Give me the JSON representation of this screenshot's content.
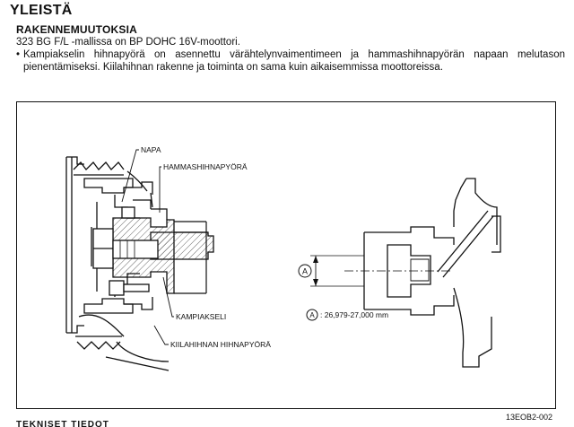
{
  "page": {
    "heading": "YLEISTÄ",
    "subheading": "RAKENNEMUUTOKSIA",
    "line1": "323 BG F/L -mallissa on BP DOHC 16V-moottori.",
    "bullet_char": "•",
    "bullet_text": "Kampiakselin hihnapyörä on asennettu värähtelynvaimentimeen ja hammashihnapyörän napaan melutason pienentämiseksi. Kiilahihnan rakenne ja toiminta on sama kuin aikaisemmissa moottoreissa.",
    "footer_partial": "TEKNISET TIEDOT"
  },
  "figure": {
    "label_napa": "NAPA",
    "label_hammashihnapyora": "HAMMASHIHNAPYÖRÄ",
    "label_kampiakseli": "KAMPIAKSELI",
    "label_kiilahihnan": "KIILAHIHNAN HIHNAPYÖRÄ",
    "dim_marker": "A",
    "dim_text": ": 26,979-27,000 mm",
    "figure_code": "13EOB2-002"
  }
}
